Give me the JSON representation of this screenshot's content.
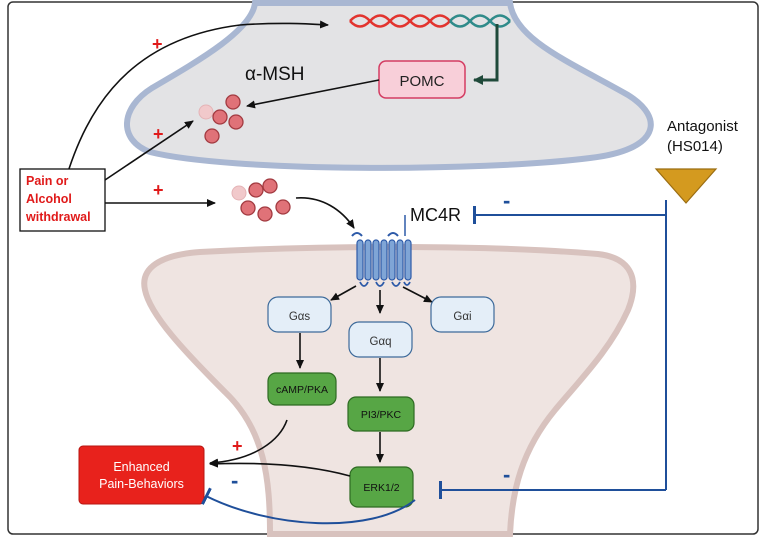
{
  "labels": {
    "alpha_msh": "α-MSH",
    "pomc": "POMC",
    "trigger_line1": "Pain or",
    "trigger_line2": "Alcohol",
    "trigger_line3": "withdrawal",
    "mc4r": "MC4R",
    "antagonist_line1": "Antagonist",
    "antagonist_line2": "(HS014)",
    "gas": "Gαs",
    "gaq": "Gαq",
    "gai": "Gαi",
    "camp_pka": "cAMP/PKA",
    "pi3_pkc": "PI3/PKC",
    "erk": "ERK1/2",
    "outcome_line1": "Enhanced",
    "outcome_line2": "Pain-Behaviors"
  },
  "signs": {
    "plus_dna": "+",
    "plus_vesicles": "+",
    "plus_release": "+",
    "plus_outcome": "+",
    "minus_mc4r": "-",
    "minus_erk": "-",
    "minus_outcome": "-"
  },
  "colors": {
    "frame": "#333333",
    "presynaptic_fill": "#e3e3e5",
    "presynaptic_stroke": "#a9b7d2",
    "postsynaptic_fill": "#efe4e1",
    "postsynaptic_stroke": "#d8c2be",
    "pomc_fill": "#f8cfd9",
    "pomc_stroke": "#d43c62",
    "g_protein_fill": "#e4eef8",
    "g_protein_stroke": "#3d6a9a",
    "kinase_fill": "#57a645",
    "kinase_stroke": "#2d6a22",
    "outcome_fill": "#e8221c",
    "plus_red": "#e01a1a",
    "inhibit_blue": "#1f4f9a",
    "antagonist_gold": "#d49a1f",
    "vesicle_fill": "#e07278",
    "vesicle_stroke": "#a23a40"
  }
}
